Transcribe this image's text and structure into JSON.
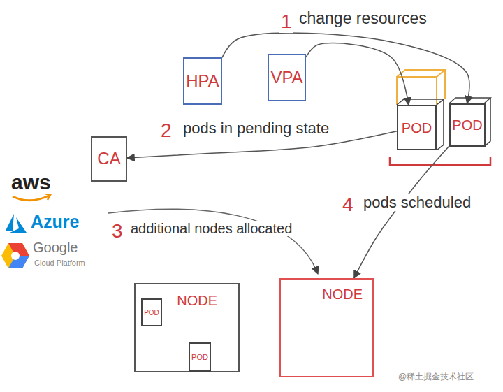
{
  "diagram": {
    "nodes": [
      {
        "text": [
          "HPA"
        ]
      },
      {
        "text": [
          "VPA"
        ]
      },
      {
        "text": [
          "POD"
        ]
      },
      {
        "text": [
          "POD"
        ]
      },
      {
        "text": [
          "CA"
        ]
      },
      {
        "text": [
          "NODE"
        ]
      },
      {
        "text": [
          "POD"
        ],
        "in": 5
      },
      {
        "text": [
          "POD"
        ],
        "in": 5
      },
      {
        "text": [
          "NODE"
        ]
      }
    ],
    "edges": [
      {
        "from": 0,
        "to": 3,
        "arrow": "to"
      },
      {
        "from": 1,
        "to": 2,
        "arrow": "to"
      },
      {
        "from": 2,
        "to": 4,
        "arrow": "to"
      },
      {
        "from": 3,
        "to": 8,
        "arrow": "to"
      }
    ],
    "labels": [
      "1",
      "change resources",
      "2",
      "pods in pending state",
      "aws",
      "Azure",
      "Google",
      "Cloud Platform",
      "3",
      "additional nodes allocated",
      "4",
      "pods scheduled",
      "@稀土掘金技术社区"
    ]
  }
}
